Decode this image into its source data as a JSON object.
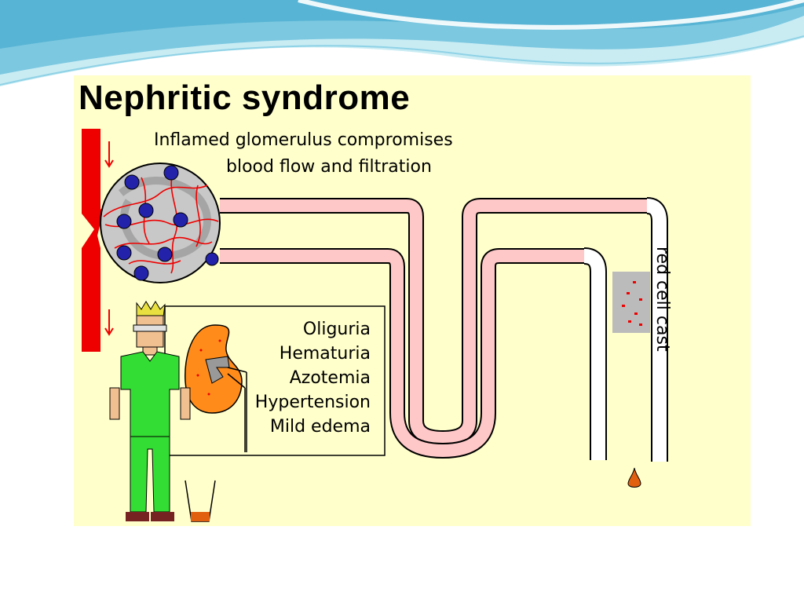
{
  "slide": {
    "colors": {
      "wave_dark": "#5fb8d6",
      "wave_light": "#c9ecf3",
      "figure_bg": "#ffffcc"
    }
  },
  "diagram": {
    "title": "Nephritic syndrome",
    "subtitle_line1": "Inflamed glomerulus compromises",
    "subtitle_line2": "blood flow and filtration",
    "symptoms": [
      "Oliguria",
      "Hematuria",
      "Azotemia",
      "Hypertension",
      "Mild edema"
    ],
    "cast_label": "red cell cast",
    "colors": {
      "blood": "#ee0000",
      "tubule_fill": "#ffc8c8",
      "tubule_clear": "#ffffff",
      "glomerulus": "#c8c8c8",
      "nucleus": "#2222aa",
      "kidney": "#ff8c1a",
      "shirt": "#33dd33",
      "skin": "#f0c090",
      "hair": "#e8e040",
      "cast_box": "#bbbbbb",
      "urine_drop": "#e06010"
    },
    "icons": [
      "down-arrow-icon",
      "glomerulus-icon",
      "kidney-icon",
      "urine-drop-icon"
    ]
  }
}
